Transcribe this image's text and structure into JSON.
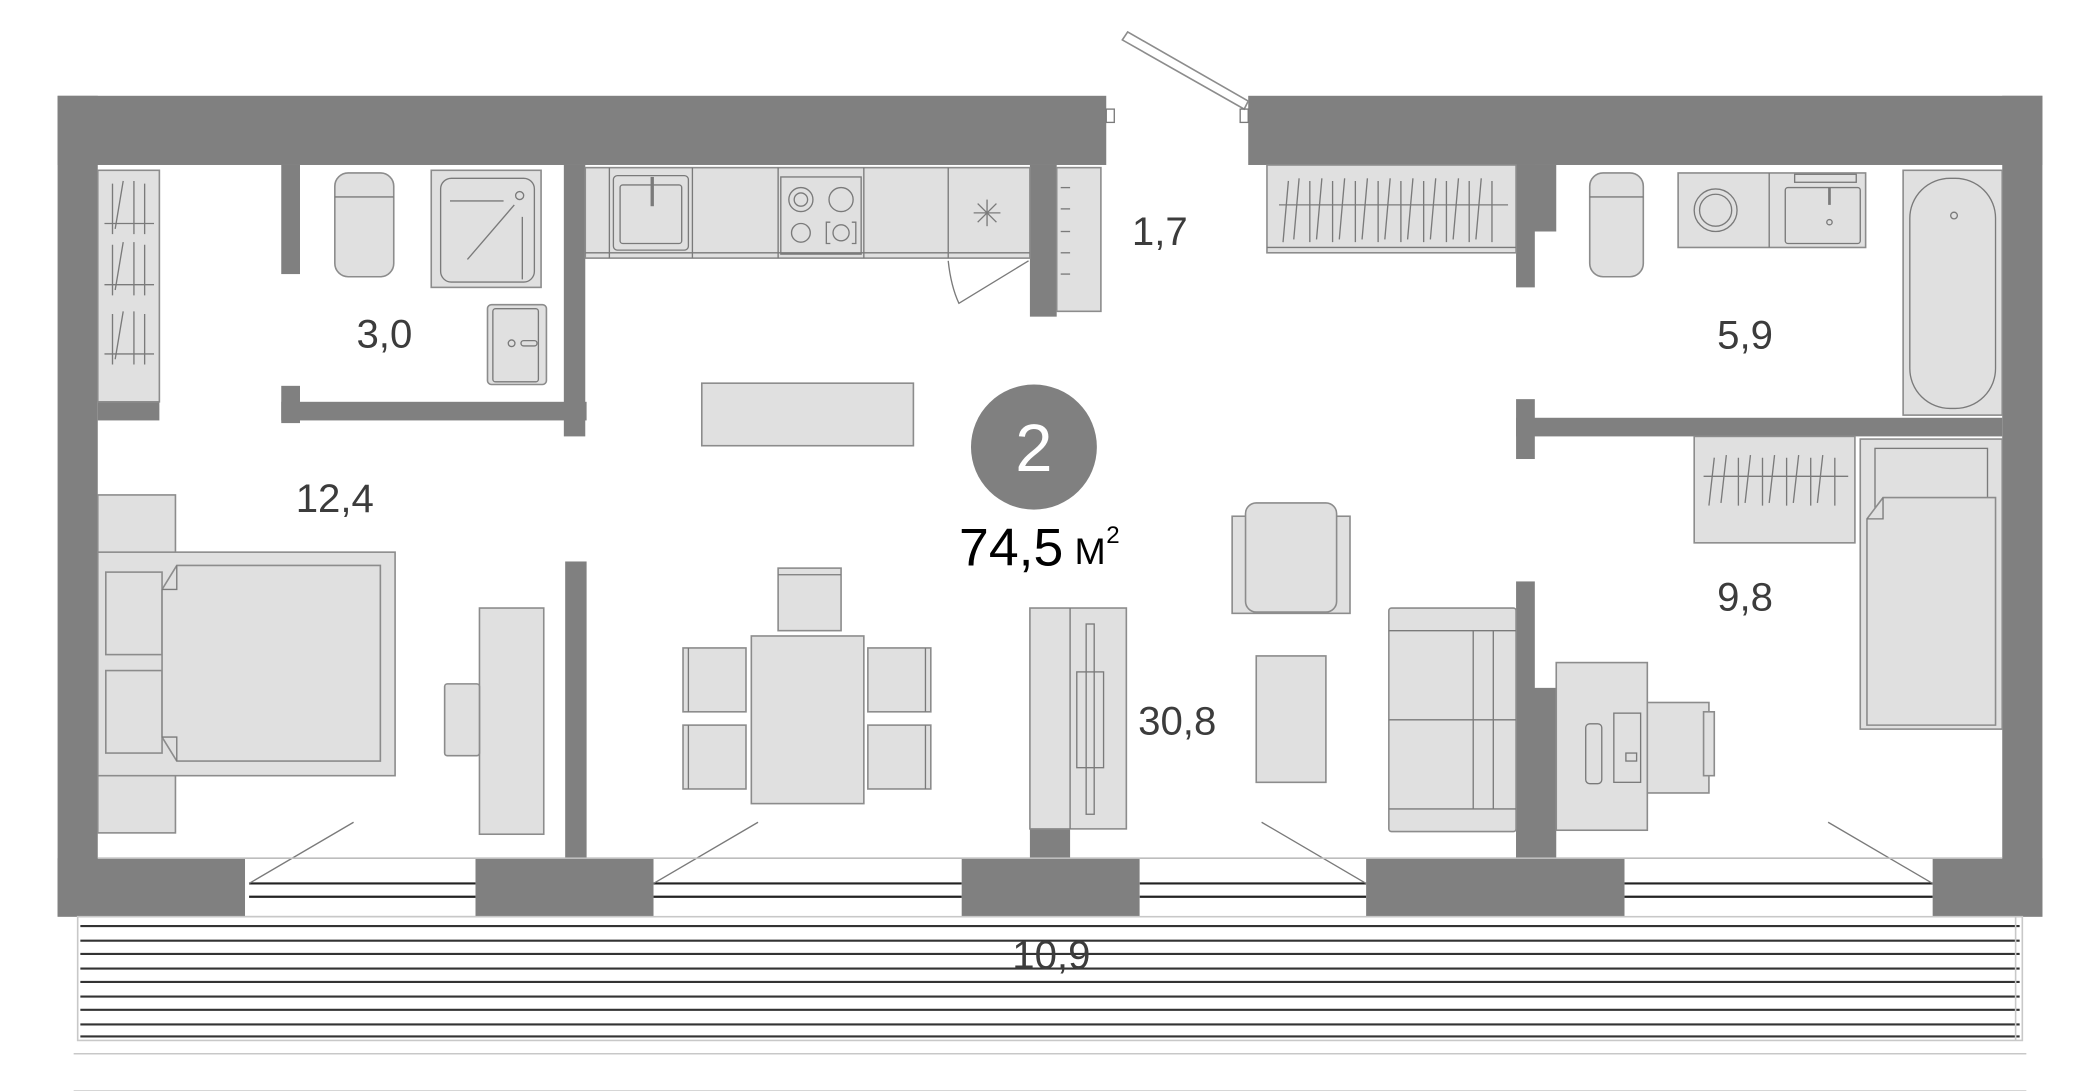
{
  "plan": {
    "rooms_badge": "2",
    "total_area": "74,5",
    "area_unit": "М",
    "area_unit_sup": "2",
    "colors": {
      "wall": "#808080",
      "furniture": "#e0e0e0",
      "furniture_stroke": "#8c8c8c",
      "badge": "#808080",
      "text": "#3c3c3c"
    }
  },
  "rooms": [
    {
      "id": "bathroom-small",
      "area": "3,0"
    },
    {
      "id": "hallway-closet",
      "area": "1,7"
    },
    {
      "id": "bathroom-large",
      "area": "5,9"
    },
    {
      "id": "bedroom-master",
      "area": "12,4"
    },
    {
      "id": "living-kitchen",
      "area": "30,8"
    },
    {
      "id": "bedroom-second",
      "area": "9,8"
    },
    {
      "id": "balcony",
      "area": "10,9"
    }
  ]
}
